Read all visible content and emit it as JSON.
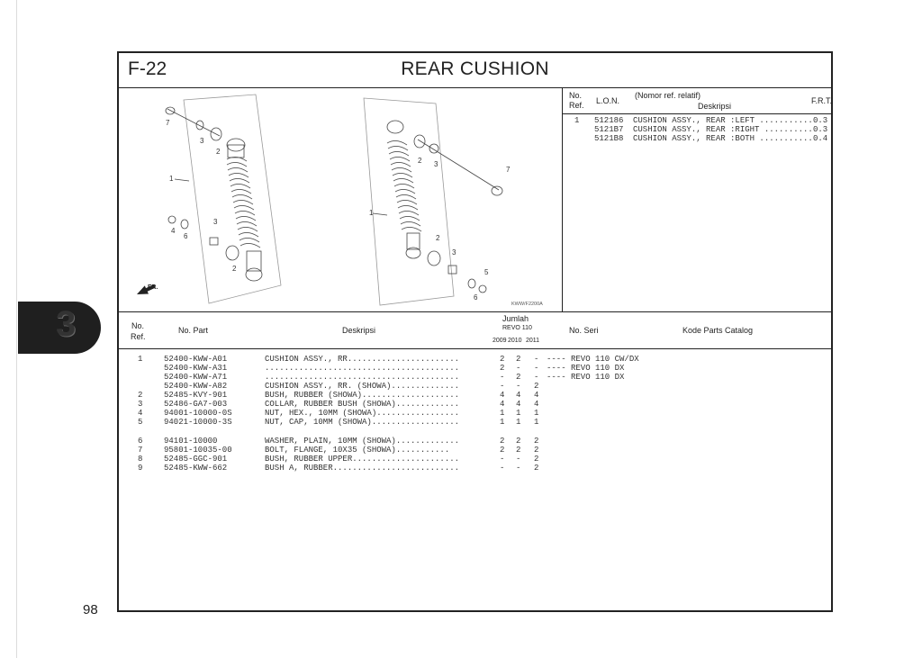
{
  "page": {
    "number": "98",
    "chapter": "3"
  },
  "header": {
    "code": "F-22",
    "title": "REAR CUSHION"
  },
  "diagram": {
    "label": "KWW/F2200A",
    "arrow_label": "FR.",
    "callouts": [
      "7",
      "3",
      "2",
      "1",
      "4",
      "6",
      "3",
      "2",
      "2",
      "3",
      "7",
      "1",
      "2",
      "3",
      "5",
      "6"
    ]
  },
  "ref_table": {
    "headers": {
      "no": "No.",
      "ref": "Ref.",
      "lon": "L.O.N.",
      "nomor": "(Nomor ref. relatif)",
      "desc": "Deskripsi",
      "frt": "F.R.T."
    },
    "rows": [
      {
        "no": "1",
        "lon": "512186",
        "desc": "CUSHION ASSY., REAR :LEFT ...........",
        "frt": "0.3"
      },
      {
        "no": "",
        "lon": "5121B7",
        "desc": "CUSHION ASSY., REAR :RIGHT ..........",
        "frt": "0.3"
      },
      {
        "no": "",
        "lon": "5121B8",
        "desc": "CUSHION ASSY., REAR :BOTH ...........",
        "frt": "0.4"
      }
    ]
  },
  "parts_table": {
    "headers": {
      "no": "No.",
      "ref": "Ref.",
      "part": "No. Part",
      "desc": "Deskripsi",
      "jumlah": "Jumlah",
      "model": "REVO 110",
      "years": [
        "2009",
        "2010",
        "2011"
      ],
      "seri": "No. Seri",
      "kode": "Kode Parts Catalog"
    },
    "rows": [
      {
        "ref": "1",
        "part": "52400-KWW-A01",
        "desc": "CUSHION ASSY., RR.......................",
        "q": [
          "2",
          "2",
          "-"
        ],
        "seri": "---- REVO 110 CW/DX"
      },
      {
        "ref": "",
        "part": "52400-KWW-A31",
        "desc": "........................................",
        "q": [
          "2",
          "-",
          "-"
        ],
        "seri": "---- REVO 110 DX"
      },
      {
        "ref": "",
        "part": "52400-KWW-A71",
        "desc": "........................................",
        "q": [
          "-",
          "2",
          "-"
        ],
        "seri": "---- REVO 110 DX"
      },
      {
        "ref": "",
        "part": "52400-KWW-A82",
        "desc": "CUSHION ASSY., RR. (SHOWA)..............",
        "q": [
          "-",
          "-",
          "2"
        ],
        "seri": ""
      },
      {
        "ref": "2",
        "part": "52485-KVY-901",
        "desc": "BUSH, RUBBER (SHOWA)....................",
        "q": [
          "4",
          "4",
          "4"
        ],
        "seri": ""
      },
      {
        "ref": "3",
        "part": "52486-GA7-003",
        "desc": "COLLAR, RUBBER BUSH (SHOWA).............",
        "q": [
          "4",
          "4",
          "4"
        ],
        "seri": ""
      },
      {
        "ref": "4",
        "part": "94001-10000-0S",
        "desc": "NUT, HEX., 10MM (SHOWA).................",
        "q": [
          "1",
          "1",
          "1"
        ],
        "seri": ""
      },
      {
        "ref": "5",
        "part": "94021-10000-3S",
        "desc": "NUT, CAP, 10MM (SHOWA)..................",
        "q": [
          "1",
          "1",
          "1"
        ],
        "seri": ""
      },
      {
        "ref": "6",
        "part": "94101-10000",
        "desc": "WASHER, PLAIN, 10MM (SHOWA).............",
        "q": [
          "2",
          "2",
          "2"
        ],
        "seri": ""
      },
      {
        "ref": "7",
        "part": "95801-10035-00",
        "desc": "BOLT, FLANGE, 10X35 (SHOWA)...........",
        "q": [
          "2",
          "2",
          "2"
        ],
        "seri": ""
      },
      {
        "ref": "8",
        "part": "52485-GGC-901",
        "desc": "BUSH, RUBBER UPPER......................",
        "q": [
          "-",
          "-",
          "2"
        ],
        "seri": ""
      },
      {
        "ref": "9",
        "part": "52485-KWW-662",
        "desc": "BUSH A, RUBBER..........................",
        "q": [
          "-",
          "-",
          "2"
        ],
        "seri": ""
      }
    ]
  }
}
